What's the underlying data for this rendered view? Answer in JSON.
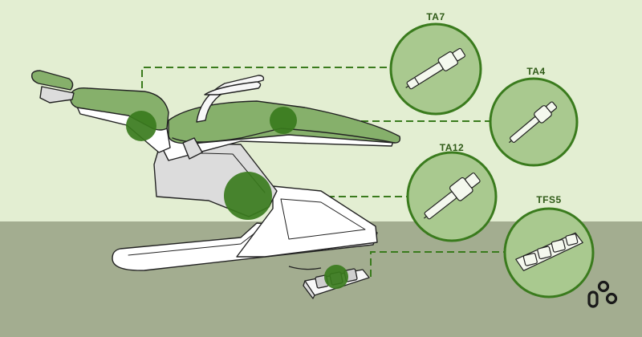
{
  "colors": {
    "wall": "#e3eed2",
    "floor": "#a3ad90",
    "accent_green": "#3a7b1d",
    "disc_fill": "#a9c98f",
    "upholstery": "#86b06b",
    "outline": "#222222",
    "chair_body": "#dcdcdc",
    "logo": "#1a1a1a"
  },
  "callouts": [
    {
      "id": "ta7",
      "label": "TA7"
    },
    {
      "id": "ta4",
      "label": "TA4"
    },
    {
      "id": "ta12",
      "label": "TA12"
    },
    {
      "id": "tfs5",
      "label": "TFS5"
    }
  ],
  "icons": {
    "chair": "dental-chair-illustration",
    "ta7": "linear-actuator-icon",
    "ta4": "linear-actuator-icon",
    "ta12": "linear-actuator-icon",
    "tfs5": "foot-switch-icon",
    "logo": "brand-logo-icon"
  }
}
